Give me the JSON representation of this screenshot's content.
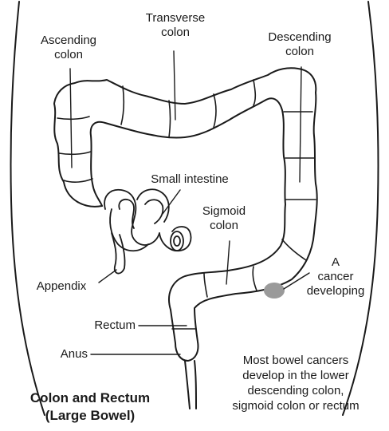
{
  "labels": {
    "ascending_colon": [
      "Ascending",
      "colon"
    ],
    "transverse_colon": [
      "Transverse",
      "colon"
    ],
    "descending_colon": [
      "Descending",
      "colon"
    ],
    "small_intestine": "Small intestine",
    "sigmoid_colon": [
      "Sigmoid",
      "colon"
    ],
    "appendix": "Appendix",
    "cancer": [
      "A",
      "cancer",
      "developing"
    ],
    "rectum": "Rectum",
    "anus": "Anus"
  },
  "note": [
    "Most bowel cancers",
    "develop in the lower",
    "descending colon,",
    "sigmoid colon or rectum"
  ],
  "title": [
    "Colon and Rectum",
    "(Large Bowel)"
  ],
  "colors": {
    "ink": "#1a1a1a",
    "cancer_spot": "#9a9a9a",
    "background": "#ffffff"
  }
}
